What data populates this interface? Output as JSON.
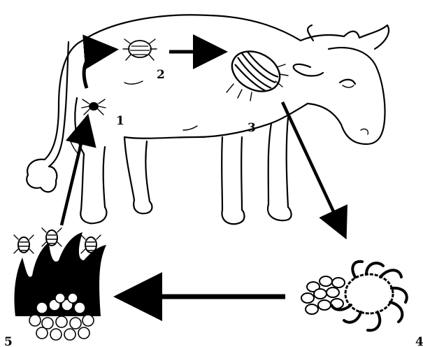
{
  "stages": {
    "s1": "1",
    "s2": "2",
    "s3": "3",
    "s4": "4",
    "s5": "5"
  },
  "icons": {
    "host": "cow-illustration",
    "larva": "larva-tick-icon",
    "nymph": "nymph-tick-icon",
    "adult": "engorged-adult-tick-icon",
    "eggs": "egg-laying-female-icon",
    "hatching": "larvae-hatching-in-grass-icon"
  },
  "colors": {
    "ink": "#000000",
    "paper": "#ffffff"
  }
}
